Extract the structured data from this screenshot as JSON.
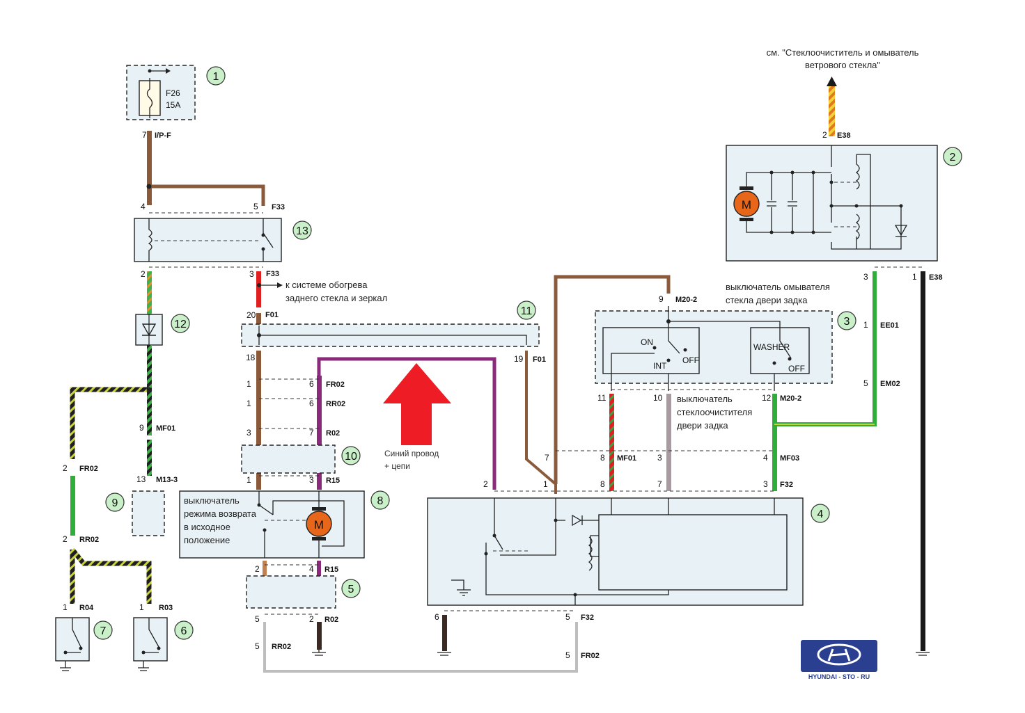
{
  "reference_note": {
    "line1": "см. \"Стеклоочиститель и омыватель",
    "line2": "ветрового стекла\""
  },
  "components": {
    "c1": "1",
    "c2": "2",
    "c3": "3",
    "c4": "4",
    "c5": "5",
    "c6": "6",
    "c7": "7",
    "c8": "8",
    "c9": "9",
    "c10": "10",
    "c11": "11",
    "c12": "12",
    "c13": "13"
  },
  "fuse": {
    "name": "F26",
    "rating": "15A"
  },
  "connectors": {
    "ipf": "I/P-F",
    "f33a": "F33",
    "f33b": "F33",
    "f01a": "F01",
    "f01b": "F01",
    "fr02a": "FR02",
    "rr02a": "RR02",
    "r02a": "R02",
    "r15a": "R15",
    "r15b": "R15",
    "r02b": "R02",
    "rr02b": "RR02",
    "fr02b": "FR02",
    "mf01": "MF01",
    "m133": "M13-3",
    "fr02c": "FR02",
    "rr02c": "RR02",
    "r04": "R04",
    "r03": "R03",
    "e38a": "E38",
    "e38b": "E38",
    "ee01": "EE01",
    "em02": "EM02",
    "m202a": "M20-2",
    "m202b": "M20-2",
    "mf01b": "MF01",
    "mf03": "MF03",
    "f32a": "F32",
    "f32b": "F32"
  },
  "pins": {
    "p_fuse": "7",
    "p_13_4": "4",
    "p_13_5": "5",
    "p_13_2": "2",
    "p_13_3": "3",
    "p_f01_20": "20",
    "p_f01_18": "18",
    "p_f01_19": "19",
    "p_a1": "1",
    "p_a6": "6",
    "p_b1": "1",
    "p_b6": "6",
    "p_c3": "3",
    "p_c7": "7",
    "p_d1": "1",
    "p_d3": "3",
    "p_e2": "2",
    "p_e4": "4",
    "p_f5": "5",
    "p_f2": "2",
    "p_g5": "5",
    "p_h9": "9",
    "p_h13": "13",
    "p_l2": "2",
    "p_l2b": "2",
    "p_l1": "1",
    "p_l1b": "1",
    "p_e38_2": "2",
    "p_e38_3": "3",
    "p_e38_1": "1",
    "p_ee01": "1",
    "p_em02": "5",
    "p_m9": "9",
    "p_m11": "11",
    "p_m10": "10",
    "p_m12": "12",
    "p_r7": "7",
    "p_r8": "8",
    "p_r3": "3",
    "p_r4": "4",
    "p_s2": "2",
    "p_s1": "1",
    "p_s8": "8",
    "p_s7": "7",
    "p_s3": "3",
    "p_t6": "6",
    "p_t5": "5",
    "p_u5": "5",
    "p_u5b": "5"
  },
  "texts": {
    "heater_line1": "к системе обогрева",
    "heater_line2": "заднего стекла и зеркал",
    "washer_sw_line1": "выключатель омывателя",
    "washer_sw_line2": "стекла двери задка",
    "wiper_sw_line1": "выключатель",
    "wiper_sw_line2": "стеклоочистителя",
    "wiper_sw_line3": "двери задка",
    "return_line1": "выключатель",
    "return_line2": "режима возврата",
    "return_line3": "в исходное",
    "return_line4": "положение",
    "sw_on": "ON",
    "sw_int": "INT",
    "sw_off": "OFF",
    "sw_washer": "WASHER",
    "sw_off2": "OFF",
    "motor_m": "M",
    "motor_m2": "M"
  },
  "annotation": {
    "line1": "Синий провод",
    "line2": "+ цепи"
  },
  "logo": {
    "text": "HYUNDAI - STO - RU"
  },
  "colors": {
    "brown": "#8a5a3a",
    "red": "#e02020",
    "purple": "#8a2a7a",
    "green": "#2fae3a",
    "black": "#1a1a1a",
    "grey": "#9a9a9a",
    "orange": "#e07a20",
    "arrow_red": "#ee1c24"
  }
}
